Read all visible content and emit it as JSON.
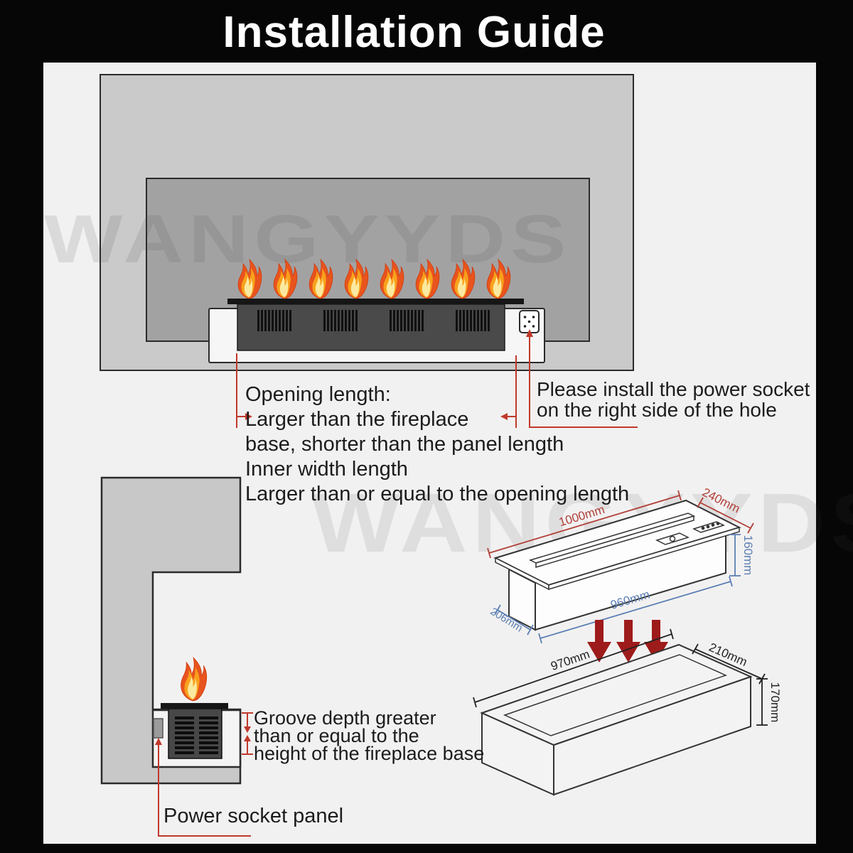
{
  "title": "Installation Guide",
  "watermark": "WANGYYDS",
  "colors": {
    "frame": "#060606",
    "canvas": "#f2f1f1",
    "wall": "#cbcaca",
    "recess": "#a3a2a2",
    "burner": "#4a4a4a",
    "leader_red": "#c0392b",
    "block_arrow_red": "#9e1b1b",
    "dim_red": "#b04038",
    "dim_blue": "#5b7fb5",
    "dim_black": "#222222"
  },
  "top_diagram": {
    "opening_note": {
      "heading": "Opening length:",
      "line1": "Larger than the fireplace",
      "line2": "base, shorter than the panel length",
      "line3": "Inner width length",
      "line4": "Larger than or equal to the opening length"
    },
    "socket_note": {
      "line1": "Please install the power socket",
      "line2": "on the right side of the hole"
    }
  },
  "bottom_left_diagram": {
    "groove_note": {
      "line1": "Groove depth greater",
      "line2": "than or equal to the",
      "line3": "height of the fireplace base"
    },
    "power_note": "Power socket panel"
  },
  "bottom_right_diagram": {
    "insert_dims": {
      "length": "1000mm",
      "depth": "240mm",
      "height": "160mm",
      "base_length": "960mm",
      "base_depth": "206mm"
    },
    "groove_dims": {
      "length": "970mm",
      "depth": "210mm",
      "height": "170mm"
    }
  }
}
